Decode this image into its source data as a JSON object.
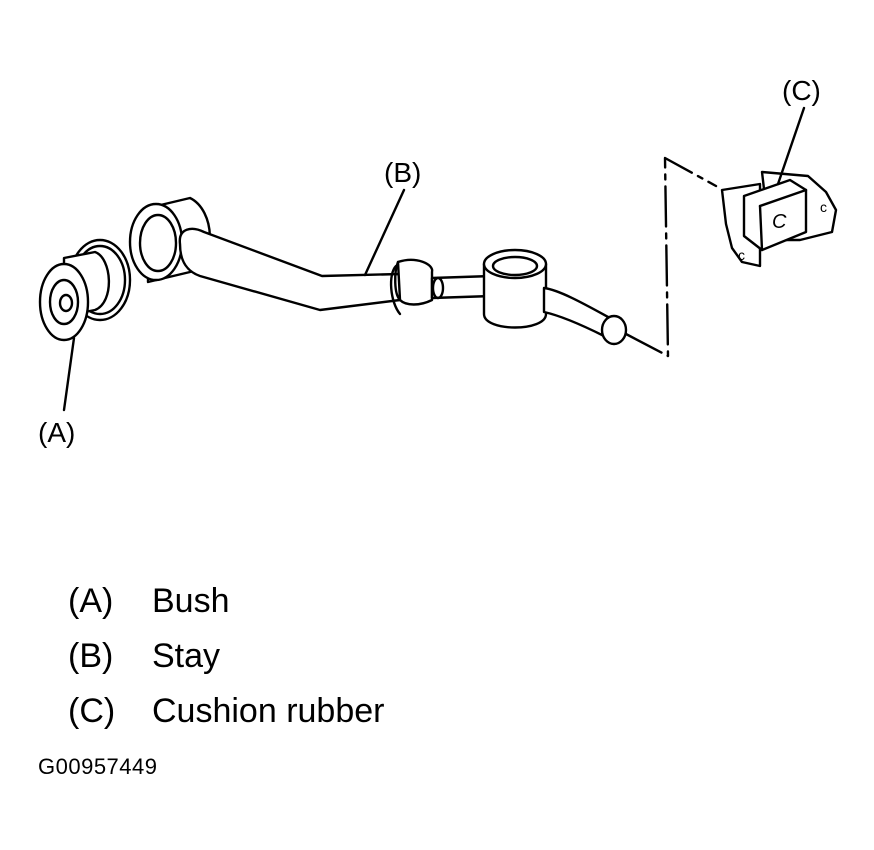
{
  "callouts": {
    "a": "(A)",
    "b": "(B)",
    "c": "(C)"
  },
  "part_marks": {
    "block": "C",
    "side_right": "c",
    "side_bottom": "c"
  },
  "legend": [
    {
      "key": "(A)",
      "label": "Bush"
    },
    {
      "key": "(B)",
      "label": "Stay"
    },
    {
      "key": "(C)",
      "label": "Cushion rubber"
    }
  ],
  "figure_id": "G00957449"
}
